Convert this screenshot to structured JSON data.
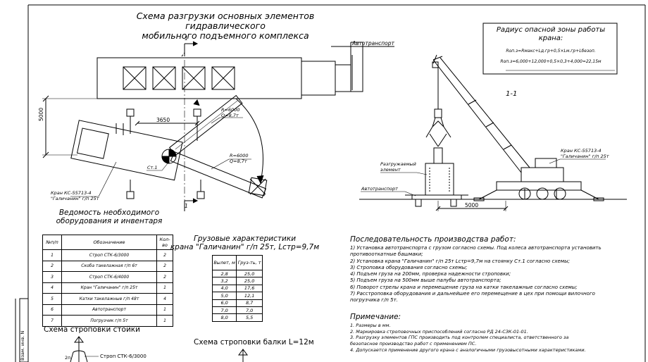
{
  "scheme_title": {
    "line1": "Схема разгрузки основных элементов гидравлического",
    "line2": "мобильного подъемного комплекса"
  },
  "plan_labels": {
    "autotransport": "Автотранспорт",
    "dim_5000": "5000",
    "dim_3650": "3650",
    "r1_line1": "R=6000",
    "r1_line2": "Q=8,7т",
    "r2_line1": "R=6000",
    "r2_line2": "Q=8,7т",
    "stand": "Ст.1",
    "crane_line1": "Кран КС-55713-4",
    "crane_line2": "\"Галичанин\" г/п 25т",
    "section_mark": "1"
  },
  "radius_box": {
    "title_line1": "Радиус опасной зоны работы",
    "title_line2": "крана:",
    "formula": "Rоп.з=Rмакс+Lд.гр+0,5×Lм.гр+Lбезоп.",
    "calc": "Rоп.з=6,000+12,000+0,5×0,3+4,000=22,15м"
  },
  "section": {
    "title": "1-1",
    "crane_line1": "Кран КС-55713-4",
    "crane_line2": "\"Галичанин\" г/п 25т",
    "element_line1": "Разгружаемый",
    "element_line2": "элемент",
    "autotransport": "Автотранспорт",
    "dim_5000": "5000"
  },
  "equipment": {
    "title_line1": "Ведомость необходимого",
    "title_line2": "оборудования и инвентаря",
    "headers": [
      "№п/п",
      "Обозначение",
      "Кол-во"
    ],
    "rows": [
      [
        "1",
        "Строп СТК-6/3000",
        "2"
      ],
      [
        "2",
        "Скоба такелажная г/п 6т",
        "2"
      ],
      [
        "3",
        "Строп СТК-6/4000",
        "2"
      ],
      [
        "4",
        "Кран \"Галичанин\" г/п 25т",
        "1"
      ],
      [
        "5",
        "Катки такелажные г/п 48т",
        "4"
      ],
      [
        "6",
        "Автотранспорт",
        "1"
      ],
      [
        "7",
        "Погрузчик г/п 5т",
        "1"
      ]
    ]
  },
  "load_chart": {
    "title_line1": "Грузовые характеристики",
    "title_line2": "крана \"Галичанин\" г/п 25т, Lстр=9,7м",
    "headers": [
      "Вылет, м",
      "Груз-ть, т"
    ],
    "rows": [
      [
        "2,8",
        "25,0"
      ],
      [
        "3,2",
        "25,0"
      ],
      [
        "4,0",
        "17,6"
      ],
      [
        "5,0",
        "12,1"
      ],
      [
        "6,0",
        "8,7"
      ],
      [
        "7,0",
        "7,0"
      ],
      [
        "8,0",
        "5,5"
      ]
    ]
  },
  "sequence": {
    "title": "Последовательность производства работ:",
    "steps": [
      "1) Установка автотранспорта с грузом согласно схемы. Под колеса автотранспорта установить",
      "противооткатные башмаки;",
      "2) Установка крана \"Галичанин\" г/п 25т Lстр=9,7м на стоянку Ст.1 согласно схемы;",
      "3) Строповка оборудования согласно схемы;",
      "4) Подъем груза на 200мм, проверка надежности строповки;",
      "5) Подъем груза на 500мм выше палубы автотранспорта;",
      "6) Поворот стрелы крана и перемещение груза на катки такелажные согласно схемы;",
      "7) Расстроповка оборудования и дальнейшее его перемещение в цех при помощи вилочного",
      "погрузчика г/п 5т."
    ]
  },
  "notes": {
    "title": "Примечание:",
    "items": [
      "1. Размеры в мм.",
      "2. Маркировка строповочных приспособлений согласно РД 24-СЗК-01-01.",
      "3. Разгрузку элементов ГПС производить под контролем специалиста, ответственного за",
      "безопасное производство работ с применением ПС.",
      "4. Допускается применение другого крана с аналогичными грузовысотными характеристиками."
    ]
  },
  "bottom": {
    "rack_slinging": "Схема строповки стойки",
    "beam_slinging": "Схема строповки балки L=12м",
    "sling_label": "Строп СТК-6/3000",
    "sling_count": "2п.",
    "stamp": "Взам. инв. N"
  }
}
